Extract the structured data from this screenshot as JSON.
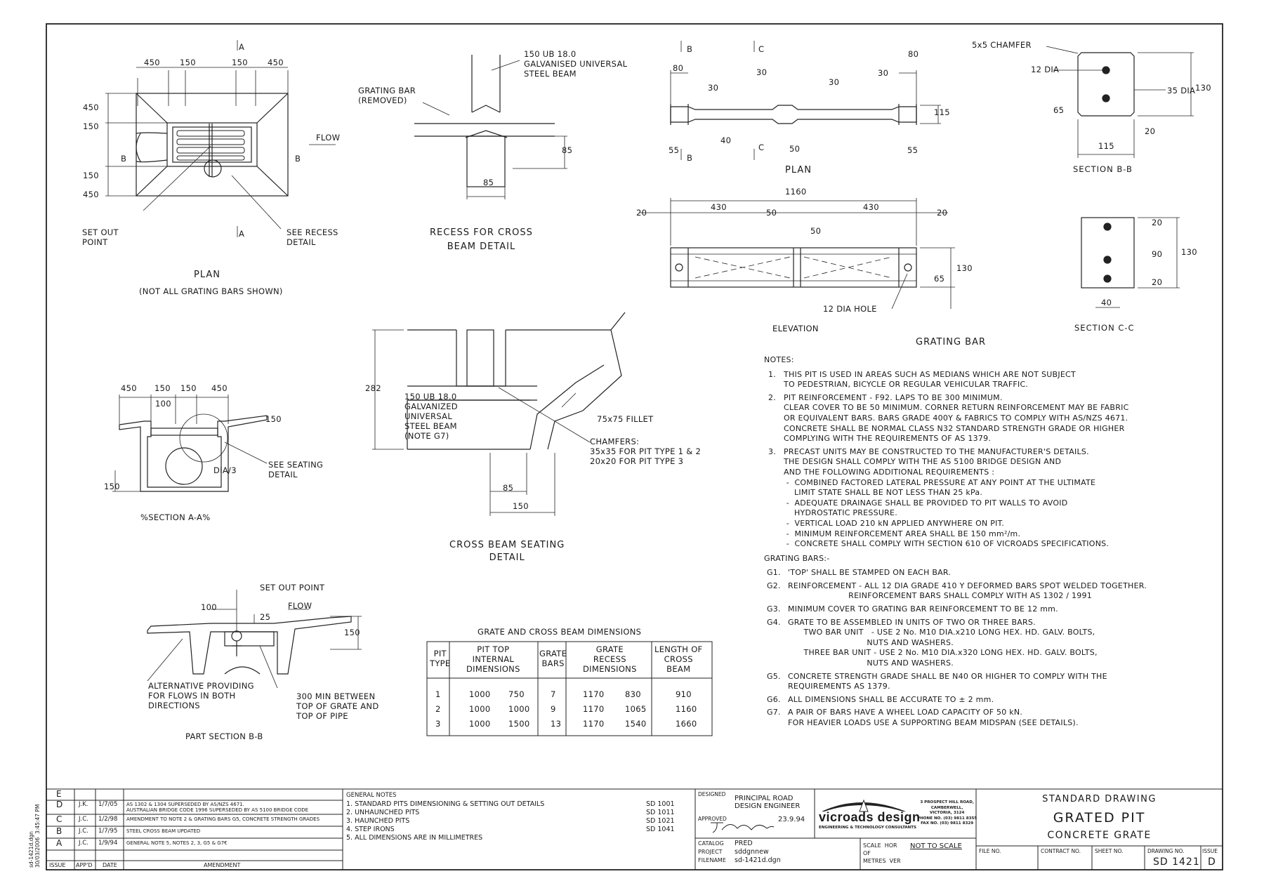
{
  "sheet": {
    "title_small": "STANDARD DRAWING",
    "title_main": "GRATED PIT",
    "title_sub": "CONCRETE GRATE",
    "drawing_no_label": "DRAWING NO.",
    "drawing_no": "SD 1421",
    "issue_label": "ISSUE",
    "issue": "D",
    "file_no_label": "FILE NO.",
    "contract_no_label": "CONTRACT NO.",
    "sheet_no_label": "SHEET NO.",
    "designed_label": "DESIGNED",
    "designed_by": "PRINCIPAL ROAD\nDESIGN ENGINEER",
    "approved_label": "APPROVED",
    "approved_date": "23.9.94",
    "catalog_label": "CATALOG",
    "catalog": "PRED",
    "project_label": "PROJECT",
    "project": "sddgnnew",
    "filename_label": "FILENAME",
    "filename": "sd-1421d.dgn",
    "scale_label": "SCALE  HOR\nOF\nMETRES  VER",
    "scale": "NOT TO SCALE",
    "company": "vicroads design",
    "company_sub": "ENGINEERING & TECHNOLOGY CONSULTANTS",
    "address": "3 PROSPECT HILL ROAD,\nCAMBERWELL,\nVICTORIA, 3124\nPHONE NO. (03) 9811 8355\nFAX NO. (03) 9811 8329",
    "side_stamp": "sd-1421d.dgn\n30/03/2006  3:45:47 PM"
  },
  "amendments": {
    "headers": [
      "ISSUE",
      "APP'D",
      "DATE",
      "AMENDMENT"
    ],
    "rows": [
      {
        "issue": "E",
        "appd": "",
        "date": "",
        "text": ""
      },
      {
        "issue": "D",
        "appd": "J.K.",
        "date": "1/7/05",
        "text": "AS 1302 & 1304 SUPERSEDED BY AS/NZS 4671.\nAUSTRALIAN BRIDGE CODE 1996 SUPERSEDED BY AS 5100 BRIDGE CODE"
      },
      {
        "issue": "C",
        "appd": "J.C.",
        "date": "1/2/98",
        "text": "AMENDMENT TO NOTE 2 & GRATING BARS G5, CONCRETE STRENGTH GRADES"
      },
      {
        "issue": "B",
        "appd": "J.C.",
        "date": "1/7/95",
        "text": "STEEL CROSS BEAM UPDATED"
      },
      {
        "issue": "A",
        "appd": "J.C.",
        "date": "1/9/94",
        "text": "GENERAL NOTE 5, NOTES 2, 3, G5 & G7€"
      }
    ]
  },
  "general_notes": {
    "title": "GENERAL NOTES",
    "items": [
      {
        "text": "1. STANDARD PITS DIMENSIONING & SETTING OUT DETAILS",
        "ref": "SD 1001"
      },
      {
        "text": "2. UNHAUNCHED PITS",
        "ref": "SD 1011"
      },
      {
        "text": "3. HAUNCHED PITS",
        "ref": "SD 1021"
      },
      {
        "text": "4. STEP IRONS",
        "ref": "SD 1041"
      },
      {
        "text": "5. ALL DIMENSIONS ARE IN MILLIMETRES",
        "ref": ""
      }
    ]
  },
  "views": {
    "plan_title": "PLAN",
    "plan_sub": "(NOT ALL GRATING BARS SHOWN)",
    "recess_title": "RECESS FOR CROSS\nBEAM DETAIL",
    "grating_plan_title": "PLAN",
    "section_bb_title": "SECTION B-B",
    "elevation_title": "ELEVATION",
    "grating_bar_title": "GRATING BAR",
    "section_cc_title": "SECTION C-C",
    "section_aa_title": "%SECTION A-A%",
    "seating_title": "CROSS BEAM SEATING\nDETAIL",
    "part_section_title": "PART SECTION B-B"
  },
  "labels": {
    "set_out_point": "SET OUT\nPOINT",
    "see_recess": "SEE RECESS\nDETAIL",
    "flow": "FLOW",
    "sec_a": "A",
    "sec_b": "B",
    "sec_c": "C",
    "ub_beam": "150 UB 18.0\nGALVANISED UNIVERSAL\nSTEEL BEAM",
    "grating_removed": "GRATING BAR\n(REMOVED)",
    "chamfer_5x5": "5x5 CHAMFER",
    "dia12": "12 DIA",
    "dia35": "35 DIA",
    "hole12": "12 DIA HOLE",
    "see_seating": "SEE SEATING\nDETAIL",
    "dia3": "DIA/3",
    "ub_galvanized": "150 UB 18.0\nGALVANIZED\nUNIVERSAL\nSTEEL BEAM\n(NOTE G7)",
    "fillet": "75x75 FILLET",
    "chamfers": "CHAMFERS:\n35x35 FOR PIT TYPE 1 & 2\n20x20 FOR PIT TYPE 3",
    "set_out_point2": "SET OUT POINT",
    "alternative": "ALTERNATIVE PROVIDING\nFOR FLOWS IN BOTH\nDIRECTIONS",
    "min300": "300 MIN BETWEEN\nTOP OF GRATE AND\nTOP OF PIPE"
  },
  "dims": {
    "plan_top": [
      "450",
      "150",
      "150",
      "450"
    ],
    "plan_left": [
      "450",
      "150",
      "150",
      "450"
    ],
    "recess": [
      "85",
      "85"
    ],
    "grating_plan": [
      "80",
      "30",
      "30",
      "30",
      "30",
      "80",
      "115",
      "55",
      "40",
      "50",
      "55"
    ],
    "section_bb": [
      "12",
      "65",
      "130",
      "20",
      "115"
    ],
    "elevation": [
      "1160",
      "20",
      "430",
      "50",
      "430",
      "20",
      "50",
      "130",
      "65"
    ],
    "section_cc": [
      "20",
      "90",
      "130",
      "20",
      "40"
    ],
    "section_aa": [
      "450",
      "150",
      "150",
      "450",
      "100",
      "150",
      "150"
    ],
    "seating": [
      "282",
      "85",
      "150"
    ],
    "part_section": [
      "100",
      "25",
      "150"
    ]
  },
  "dim_table": {
    "title": "GRATE AND CROSS BEAM DIMENSIONS",
    "headers": [
      "PIT\nTYPE",
      "PIT TOP\nINTERNAL\nDIMENSIONS",
      "GRATE\nBARS",
      "GRATE\nRECESS\nDIMENSIONS",
      "LENGTH OF\nCROSS\nBEAM"
    ],
    "rows": [
      [
        "1",
        "1000",
        "750",
        "7",
        "1170",
        "830",
        "910"
      ],
      [
        "2",
        "1000",
        "1000",
        "9",
        "1170",
        "1065",
        "1160"
      ],
      [
        "3",
        "1000",
        "1500",
        "13",
        "1170",
        "1540",
        "1660"
      ]
    ]
  },
  "notes": {
    "heading": "NOTES:",
    "items": [
      {
        "k": "1.",
        "v": "THIS PIT IS USED IN AREAS SUCH AS MEDIANS WHICH ARE NOT SUBJECT\nTO PEDESTRIAN, BICYCLE OR REGULAR VEHICULAR TRAFFIC."
      },
      {
        "k": "2.",
        "v": "PIT REINFORCEMENT - F92. LAPS TO BE 300 MINIMUM.\nCLEAR COVER TO BE 50 MINIMUM. CORNER RETURN REINFORCEMENT MAY BE FABRIC\nOR EQUIVALENT BARS. BARS GRADE 400Y & FABRICS TO COMPLY WITH AS/NZS 4671.\nCONCRETE SHALL BE NORMAL CLASS N32 STANDARD STRENGTH GRADE OR HIGHER\nCOMPLYING WITH THE REQUIREMENTS OF AS 1379."
      },
      {
        "k": "3.",
        "v": "PRECAST UNITS MAY BE CONSTRUCTED TO THE MANUFACTURER'S DETAILS.\nTHE DESIGN SHALL COMPLY WITH THE AS 5100 BRIDGE DESIGN AND\nAND THE FOLLOWING ADDITIONAL REQUIREMENTS :\n -  COMBINED FACTORED LATERAL PRESSURE AT ANY POINT AT THE ULTIMATE\n    LIMIT STATE SHALL BE NOT LESS THAN 25 kPa.\n -  ADEQUATE DRAINAGE SHALL BE PROVIDED TO PIT WALLS TO AVOID\n    HYDROSTATIC PRESSURE.\n -  VERTICAL LOAD 210 kN APPLIED ANYWHERE ON PIT.\n -  MINIMUM REINFORCEMENT AREA SHALL BE 150 mm²/m.\n -  CONCRETE SHALL COMPLY WITH SECTION 610 OF VICROADS SPECIFICATIONS."
      }
    ],
    "grating_heading": "GRATING BARS:-",
    "grating_items": [
      {
        "k": "G1.",
        "v": "'TOP' SHALL BE STAMPED ON EACH BAR."
      },
      {
        "k": "G2.",
        "v": "REINFORCEMENT - ALL 12 DIA GRADE 410 Y DEFORMED BARS SPOT WELDED TOGETHER.\n                       REINFORCEMENT BARS SHALL COMPLY WITH AS 1302 / 1991"
      },
      {
        "k": "G3.",
        "v": "MINIMUM COVER TO GRATING BAR REINFORCEMENT TO BE 12 mm."
      },
      {
        "k": "G4.",
        "v": "GRATE TO BE ASSEMBLED IN UNITS OF TWO OR THREE BARS.\n      TWO BAR UNIT   - USE 2 No. M10 DIA.x210 LONG HEX. HD. GALV. BOLTS,\n                              NUTS AND WASHERS.\n      THREE BAR UNIT - USE 2 No. M10 DIA.x320 LONG HEX. HD. GALV. BOLTS,\n                              NUTS AND WASHERS."
      },
      {
        "k": "G5.",
        "v": "CONCRETE STRENGTH GRADE SHALL BE N40 OR HIGHER TO COMPLY WITH THE\nREQUIREMENTS AS 1379."
      },
      {
        "k": "G6.",
        "v": "ALL DIMENSIONS SHALL BE ACCURATE TO ± 2 mm."
      },
      {
        "k": "G7.",
        "v": "A PAIR OF BARS HAVE A WHEEL LOAD CAPACITY OF 50 kN.\nFOR HEAVIER LOADS USE A SUPPORTING BEAM MIDSPAN (SEE DETAILS)."
      }
    ]
  }
}
